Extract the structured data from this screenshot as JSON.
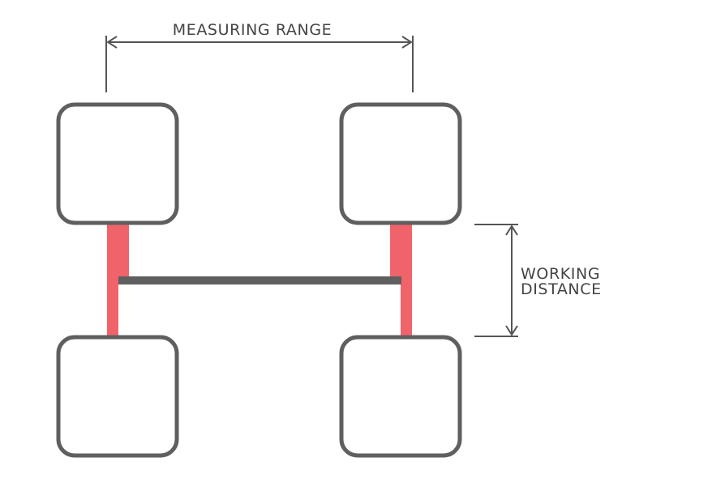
{
  "labels": {
    "measuring_range": "MEASURING RANGE",
    "working_distance_line1": "WORKING",
    "working_distance_line2": "DISTANCE"
  },
  "colors": {
    "box_stroke": "#5f5f5f",
    "beam": "#f0636b",
    "dimension": "#555555",
    "text": "#444444"
  }
}
